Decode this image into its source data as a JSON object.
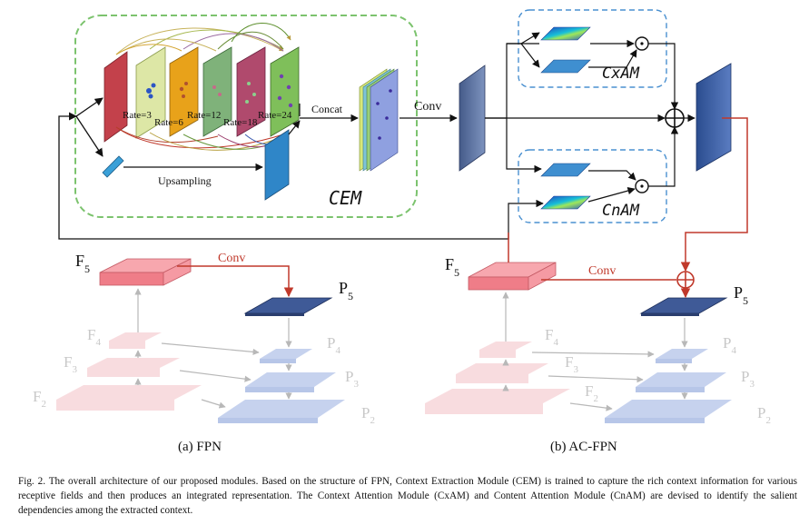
{
  "cem": {
    "title": "CEM",
    "rates": [
      "Rate=3",
      "Rate=6",
      "Rate=12",
      "Rate=18",
      "Rate=24"
    ],
    "concat_label": "Concat",
    "upsampling_label": "Upsampling"
  },
  "conv_label": "Conv",
  "cxam_label": "CxAM",
  "cnam_label": "CnAM",
  "fpn": {
    "subcaption": "(a) FPN",
    "conv_label": "Conv",
    "left": [
      "F",
      "F",
      "F",
      "F"
    ],
    "left_sub": [
      "5",
      "4",
      "3",
      "2"
    ],
    "right": [
      "P",
      "P",
      "P",
      "P"
    ],
    "right_sub": [
      "5",
      "4",
      "3",
      "2"
    ]
  },
  "acfpn": {
    "subcaption": "(b) AC-FPN",
    "conv_label": "Conv",
    "left": [
      "F",
      "F",
      "F",
      "F"
    ],
    "left_sub": [
      "5",
      "4",
      "3",
      "2"
    ],
    "right": [
      "P",
      "P",
      "P",
      "P"
    ],
    "right_sub": [
      "5",
      "4",
      "3",
      "2"
    ]
  },
  "caption": "Fig. 2.  The overall architecture of our proposed modules. Based on the structure of FPN, Context Extraction Module (CEM) is trained to capture the rich context information for various receptive fields and then produces an integrated representation. The Context Attention Module (CxAM) and Content Attention Module (CnAM) are devised to identify the salient dependencies among the extracted context.",
  "colors": {
    "cem_border": "#7cc36e",
    "attention_border": "#4a90d0",
    "red_line": "#c0392b",
    "feature_red": "#f2848e",
    "feature_blue": "#3f5a97"
  }
}
